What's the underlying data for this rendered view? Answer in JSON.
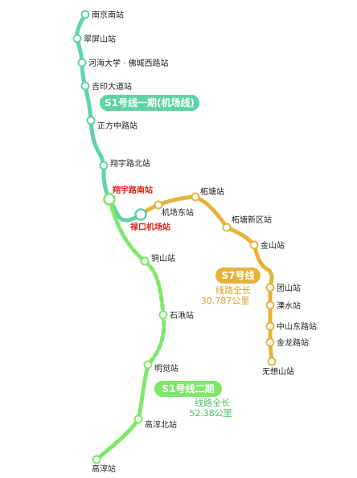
{
  "colors": {
    "s1_phase1": "#5ed4a7",
    "s1_phase2": "#7ee869",
    "s7": "#e6b33a",
    "s7_text": "#d9a227",
    "s1_phase2_text": "#42c85f",
    "station_transfer_text": "#d8261c"
  },
  "lines": {
    "s1_phase1": {
      "name": "S1号线一期(机场线)"
    },
    "s7": {
      "name": "S7号线",
      "length_label": "线路全长",
      "length_value": "30.787公里"
    },
    "s1_phase2": {
      "name": "S1号线二期",
      "length_label": "线路全长",
      "length_value": "52.38公里"
    }
  },
  "stations": {
    "nanjing_south": "南京南站",
    "cuipingshan": "翠屏山站",
    "hohai_focheng_west": "河海大学 · 佛城西路站",
    "jiyin_avenue": "吉印大道站",
    "zhengfang_middle": "正方中路站",
    "xiangyu_north": "翔宇路北站",
    "xiangyu_south": "翔宇路南站",
    "lukou_airport": "禄口机场站",
    "airport_east": "机场东站",
    "zhetang": "柘塘站",
    "zhetang_new_district": "柘塘新区站",
    "jinshan": "金山站",
    "tuanshan": "团山站",
    "lishui": "溧水站",
    "zhongshan_east": "中山东路站",
    "jinlong": "金龙路站",
    "wuxiangshan": "无想山站",
    "tongshan": "铜山站",
    "shiqiu": "石湫站",
    "mingjue": "明觉站",
    "gaochun_north": "高淳北站",
    "gaochun": "高淳站"
  }
}
